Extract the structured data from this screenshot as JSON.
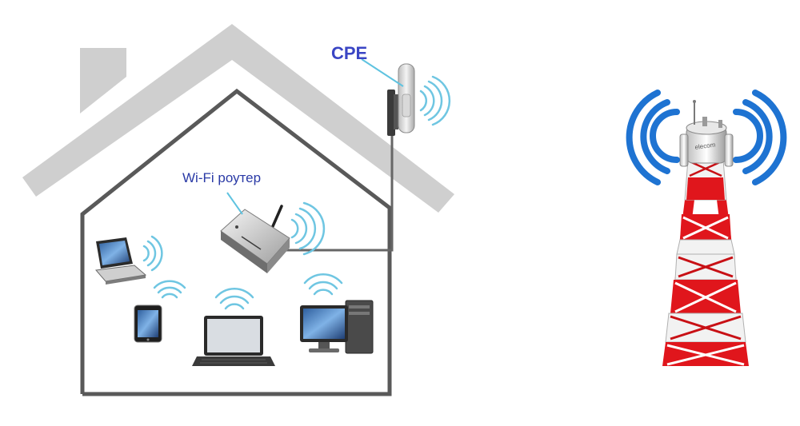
{
  "labels": {
    "cpe": "CPE",
    "router": "Wi-Fi роутер",
    "tower_brand": "elecom"
  },
  "colors": {
    "roof": "#cfcfcf",
    "house_outline": "#595959",
    "cable": "#666666",
    "callout_line": "#5fc3e0",
    "wifi_waves": "#6fc6e2",
    "tower_waves": "#1e73d2",
    "tower_red": "#e0161c",
    "tower_white": "#f2f2f2",
    "label_cpe": "#3a45c4",
    "label_router": "#2a3aa6"
  },
  "icons": [
    "house",
    "cpe-antenna",
    "wifi-router",
    "netbook",
    "tablet",
    "laptop",
    "desktop-computer",
    "cell-tower"
  ]
}
